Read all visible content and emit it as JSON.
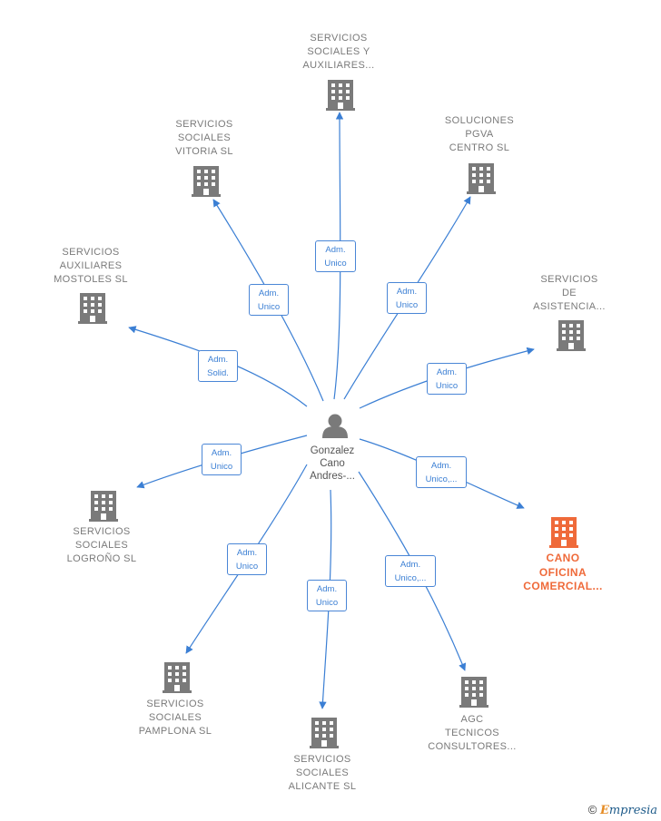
{
  "center": {
    "label": "Gonzalez\nCano\nAndres-..."
  },
  "colors": {
    "edge": "#3b7fd4",
    "node": "#7a7a7a",
    "highlight": "#ef6a3a"
  },
  "nodes": [
    {
      "id": "n1",
      "label": "SERVICIOS\nSOCIALES Y\nAUXILIARES...",
      "role": "Adm.\nUnico",
      "highlight": false
    },
    {
      "id": "n2",
      "label": "SERVICIOS\nSOCIALES\nVITORIA  SL",
      "role": "Adm.\nUnico",
      "highlight": false
    },
    {
      "id": "n3",
      "label": "SOLUCIONES\nPGVA\nCENTRO  SL",
      "role": "Adm.\nUnico",
      "highlight": false
    },
    {
      "id": "n4",
      "label": "SERVICIOS\nAUXILIARES\nMOSTOLES  SL",
      "role": "Adm.\nSolid.",
      "highlight": false
    },
    {
      "id": "n5",
      "label": "SERVICIOS\nDE\nASISTENCIA...",
      "role": "Adm.\nUnico",
      "highlight": false
    },
    {
      "id": "n6",
      "label": "SERVICIOS\nSOCIALES\nLOGROÑO  SL",
      "role": "Adm.\nUnico",
      "highlight": false
    },
    {
      "id": "n7",
      "label": "CANO\nOFICINA\nCOMERCIAL...",
      "role": "Adm.\nUnico,...",
      "highlight": true
    },
    {
      "id": "n8",
      "label": "SERVICIOS\nSOCIALES\nPAMPLONA  SL",
      "role": "Adm.\nUnico",
      "highlight": false
    },
    {
      "id": "n9",
      "label": "SERVICIOS\nSOCIALES\nALICANTE  SL",
      "role": "Adm.\nUnico",
      "highlight": false
    },
    {
      "id": "n10",
      "label": "AGC\nTECNICOS\nCONSULTORES...",
      "role": "Adm.\nUnico,...",
      "highlight": false
    }
  ],
  "footer": {
    "symbol": "©",
    "brand_initial": "E",
    "brand_rest": "mpresia"
  }
}
